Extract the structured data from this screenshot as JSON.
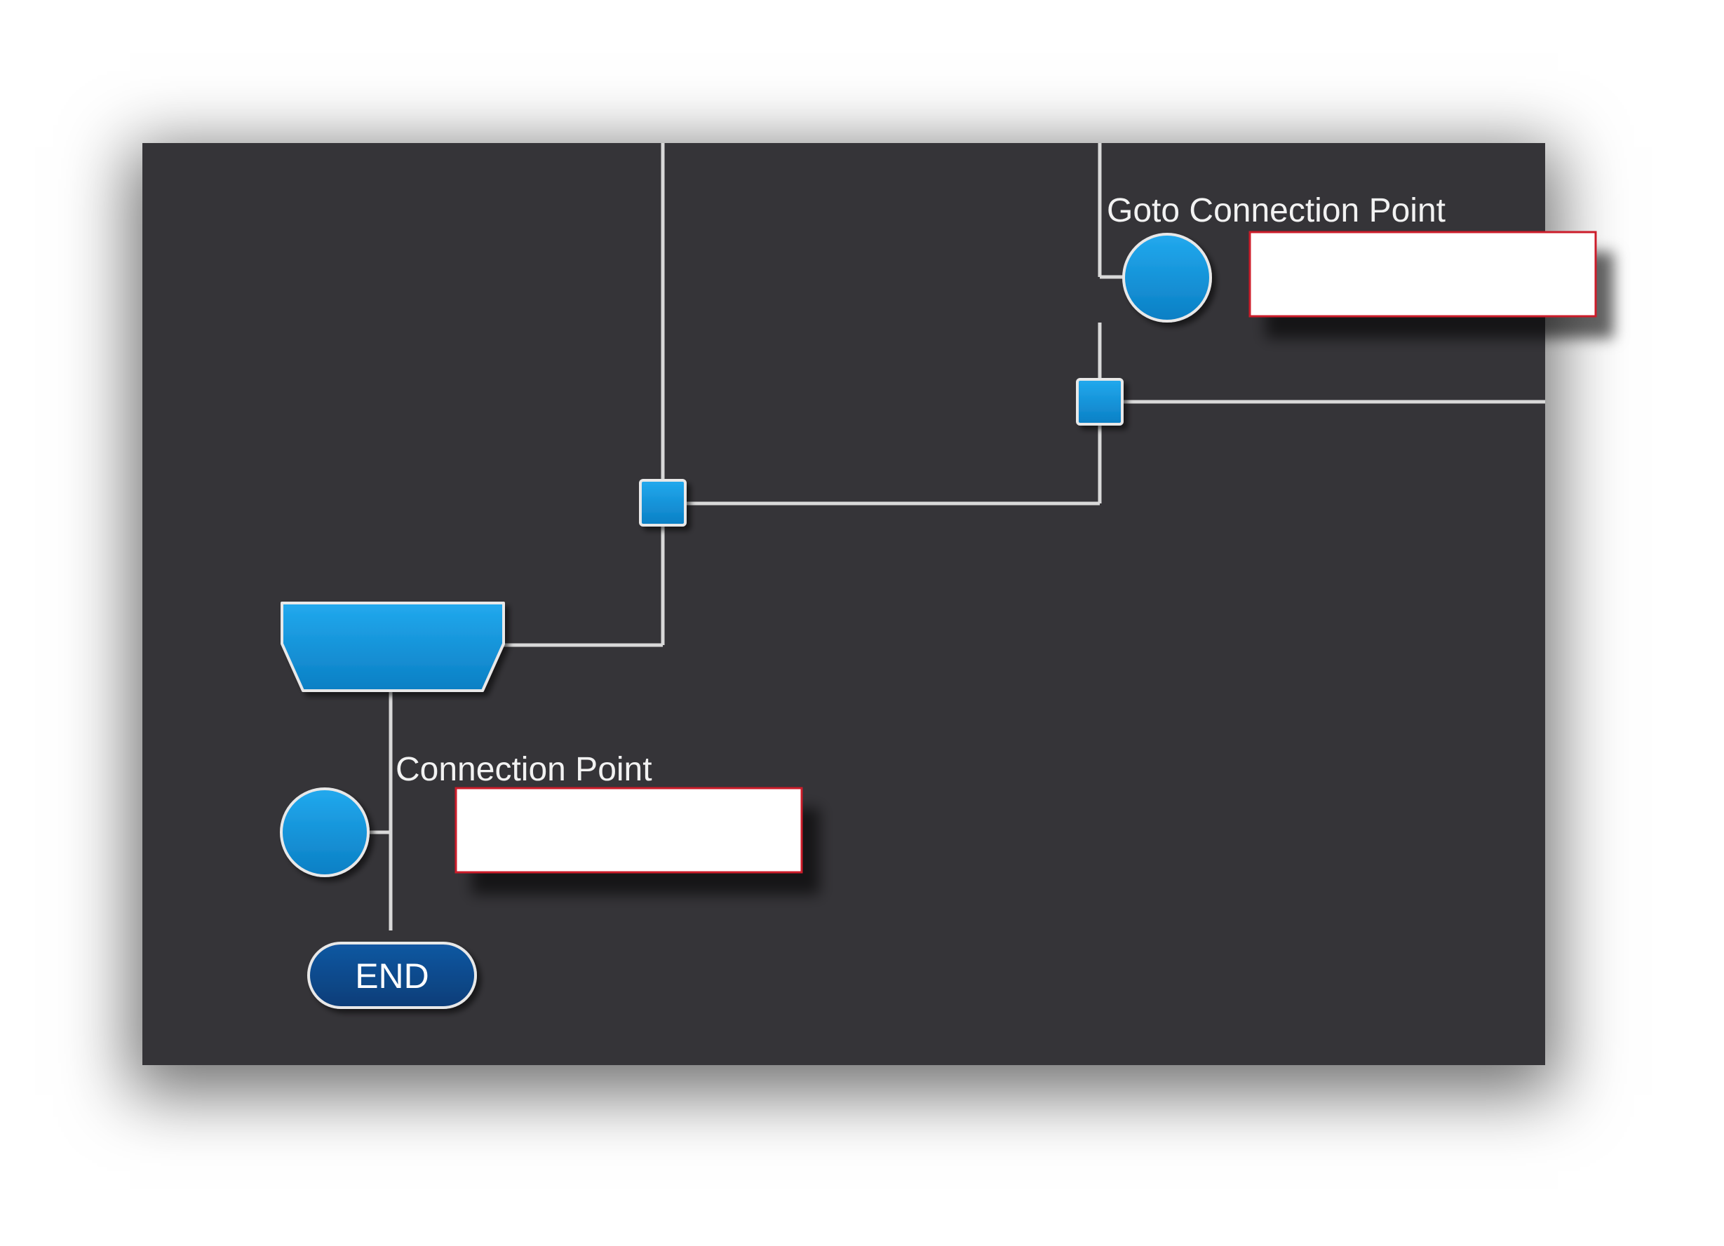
{
  "diagram": {
    "labels": {
      "goto_connection_point": "Goto Connection Point",
      "connection_point": "Connection Point",
      "end": "END"
    },
    "colors": {
      "canvas_background": "#353438",
      "connector_line": "#d9d9d9",
      "node_fill": "#1a97dd",
      "node_stroke": "#e8e8e8",
      "end_fill": "#0c4a8c",
      "callout_border": "#cc1f2a",
      "callout_fill": "#ffffff"
    },
    "icons": {
      "goto_node": "circle",
      "connection_node": "circle",
      "junction": "square",
      "manual_operation": "trapezoid",
      "terminator": "rounded-pill"
    }
  }
}
